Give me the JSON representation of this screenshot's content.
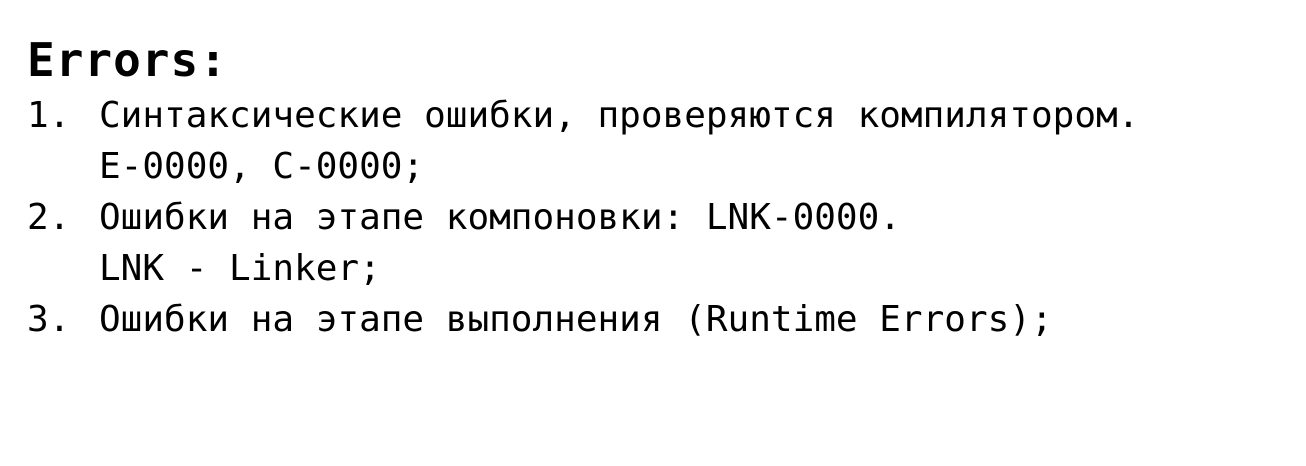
{
  "title": "Errors:",
  "items": [
    {
      "number": "1.",
      "text": "Синтаксические ошибки, проверяются компилятором.",
      "continuation": "E-0000, C-0000;"
    },
    {
      "number": "2.",
      "text": "Ошибки на этапе компоновки: LNK-0000.",
      "continuation": "LNK - Linker;"
    },
    {
      "number": "3.",
      "text": "Ошибки на этапе выполнения (Runtime Errors);"
    }
  ]
}
